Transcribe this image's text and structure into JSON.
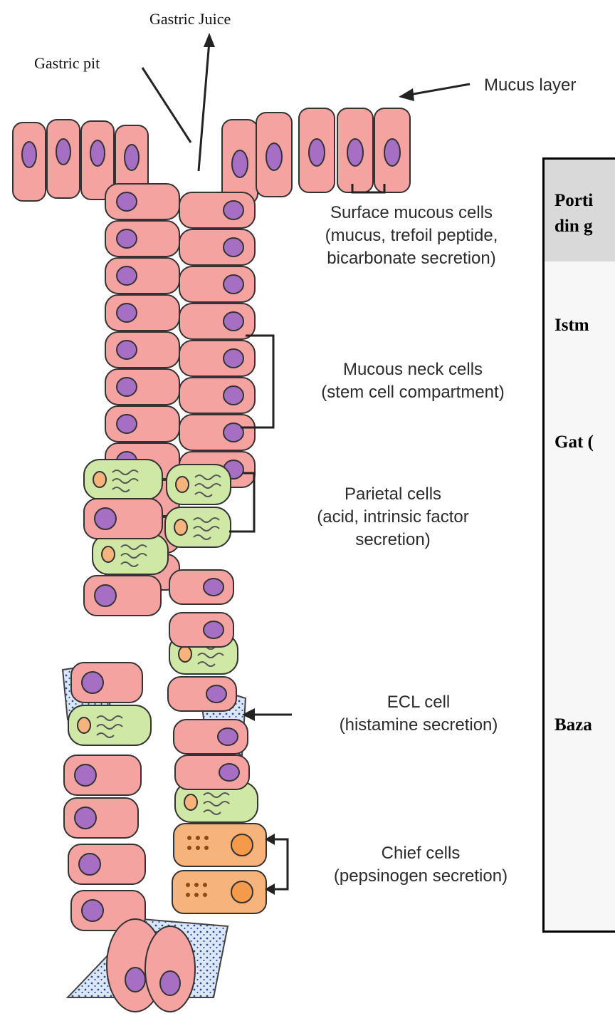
{
  "labels": {
    "gastric_juice": "Gastric Juice",
    "gastric_pit": "Gastric pit",
    "mucus_layer": "Mucus layer",
    "surface_mucous": "Surface mucous cells\n(mucus, trefoil peptide,\nbicarbonate secretion)",
    "mucous_neck": "Mucous neck cells\n(stem cell compartment)",
    "parietal": "Parietal cells\n(acid, intrinsic factor\nsecretion)",
    "ecl": "ECL cell\n(histamine secretion)",
    "chief": "Chief cells\n(pepsinogen secretion)"
  },
  "table": {
    "header_line1": "Porti",
    "header_line2": "din g",
    "rows": [
      "Istm",
      "Gat (",
      "Baza"
    ]
  },
  "colors": {
    "mucous_cell": "#f4a3a0",
    "nucleus": "#a66fc4",
    "parietal_cell": "#cfe8a6",
    "chief_cell": "#f6b37c",
    "ecl_dots": "#3d5fb0",
    "header_bg": "#d9d9d9"
  }
}
